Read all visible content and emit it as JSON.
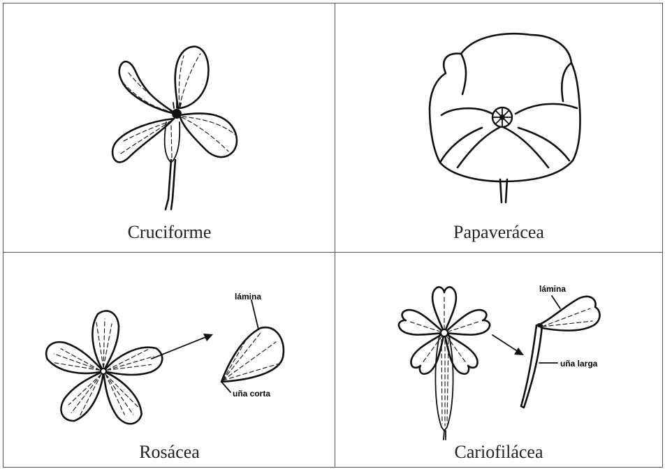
{
  "cells": [
    {
      "caption": "Cruciforme"
    },
    {
      "caption": "Papaverácea"
    },
    {
      "caption": "Rosácea",
      "labels": {
        "lamina": "lámina",
        "una": "uña corta"
      }
    },
    {
      "caption": "Cariofilácea",
      "labels": {
        "lamina": "lámina",
        "una": "uña larga"
      }
    }
  ]
}
